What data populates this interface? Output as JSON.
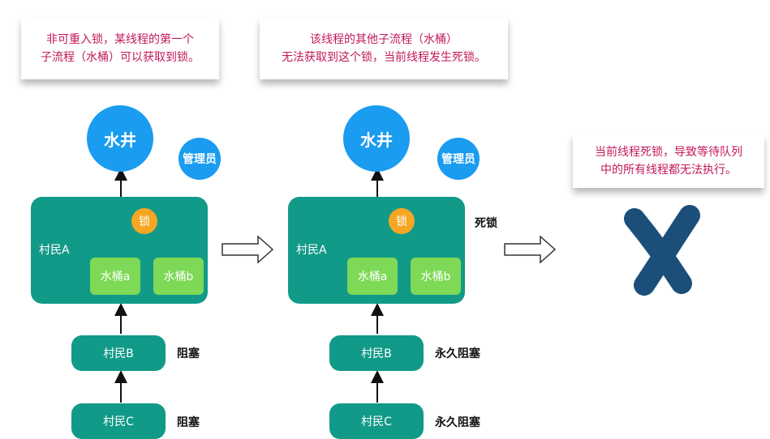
{
  "panel1": {
    "note_line1": "非可重入锁，某线程的第一个",
    "note_line2": "子流程（水桶）可以获取到锁。",
    "well": "水井",
    "admin": "管理员",
    "villager_a": "村民A",
    "lock": "锁",
    "bucket_a": "水桶a",
    "bucket_b": "水桶b",
    "villager_b": "村民B",
    "villager_c": "村民C",
    "status_b": "阻塞",
    "status_c": "阻塞"
  },
  "panel2": {
    "note_line1": "该线程的其他子流程（水桶）",
    "note_line2": "无法获取到这个锁，当前线程发生死锁。",
    "well": "水井",
    "admin": "管理员",
    "deadlock": "死锁",
    "villager_a": "村民A",
    "lock": "锁",
    "bucket_a": "水桶a",
    "bucket_b": "水桶b",
    "villager_b": "村民B",
    "villager_c": "村民C",
    "status_b": "永久阻塞",
    "status_c": "永久阻塞"
  },
  "panel3": {
    "note_line1": "当前线程死锁，导致等待队列",
    "note_line2": "中的所有线程都无法执行。"
  },
  "colors": {
    "teal": "#129a88",
    "blue": "#1a9cf0",
    "green": "#7ed957",
    "orange": "#f5a623",
    "cross": "#1b4f7a",
    "note_text": "#c2185b"
  }
}
